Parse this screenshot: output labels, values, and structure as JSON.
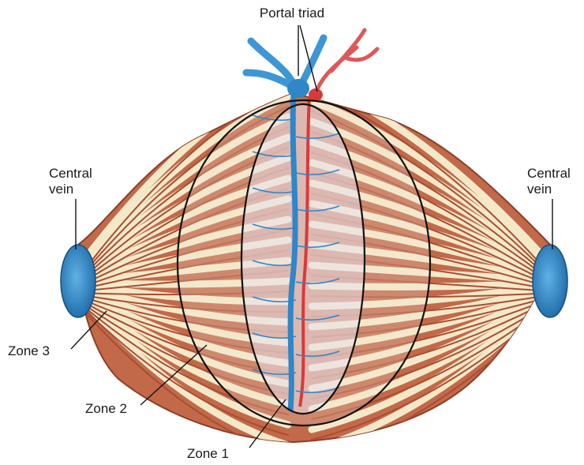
{
  "diagram": {
    "labels": {
      "portal_triad": "Portal triad",
      "central_vein_left": "Central\nvein",
      "central_vein_right": "Central\nvein",
      "zone_3": "Zone 3",
      "zone_2": "Zone 2",
      "zone_1": "Zone 1"
    },
    "colors": {
      "background": "#ffffff",
      "tissue_outer": "#c2694a",
      "tissue_cord": "#b9593b",
      "sinusoid_space": "#f3e9c9",
      "zone_overlay": "#e3dff0",
      "vein_blue": "#2f86c8",
      "artery_red": "#d83a3a",
      "outline": "#111111"
    }
  }
}
